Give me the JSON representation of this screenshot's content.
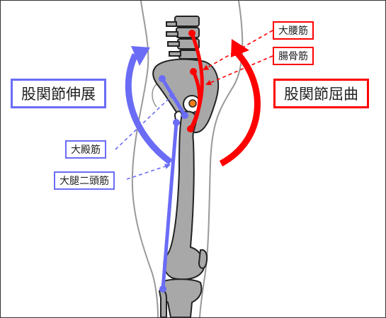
{
  "colors": {
    "extension": "#6a6cf6",
    "flexion": "#ff0000",
    "bone_fill": "#a8a8a8",
    "outline": "#222222",
    "skin": "#999999",
    "pivot": "#f07a1a"
  },
  "labels": {
    "hip_extension": "股関節伸展",
    "hip_flexion": "股関節屈曲",
    "psoas_major": "大腰筋",
    "iliacus": "腸骨筋",
    "gluteus_maximus": "大殿筋",
    "biceps_femoris": "大腿二頭筋"
  }
}
